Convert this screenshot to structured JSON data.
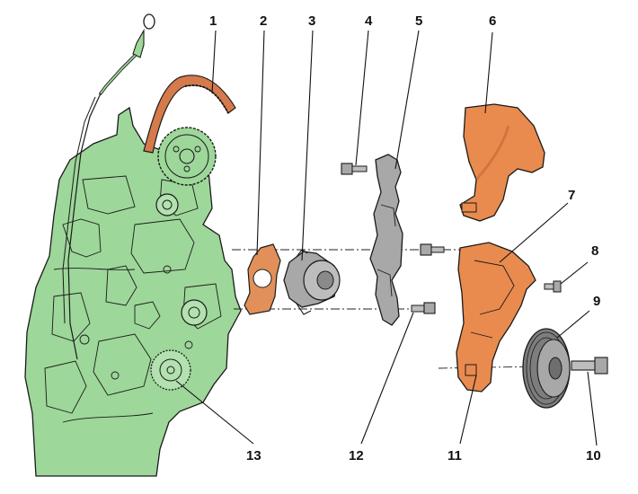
{
  "diagram": {
    "callouts": [
      {
        "id": "1",
        "label": "1"
      },
      {
        "id": "2",
        "label": "2"
      },
      {
        "id": "3",
        "label": "3"
      },
      {
        "id": "4",
        "label": "4"
      },
      {
        "id": "5",
        "label": "5"
      },
      {
        "id": "6",
        "label": "6"
      },
      {
        "id": "7",
        "label": "7"
      },
      {
        "id": "8",
        "label": "8"
      },
      {
        "id": "9",
        "label": "9"
      },
      {
        "id": "10",
        "label": "10"
      },
      {
        "id": "11",
        "label": "11"
      },
      {
        "id": "12",
        "label": "12"
      },
      {
        "id": "13",
        "label": "13"
      }
    ],
    "colors": {
      "engine_block": "#9ed79a",
      "belt_covers": "#e98a4f",
      "gasket": "#e2905a",
      "metal_part": "#a8a8a8",
      "pulley": "#8c8c8c",
      "timing_belt": "#d57a4b",
      "line": "#1a1a1a"
    }
  }
}
